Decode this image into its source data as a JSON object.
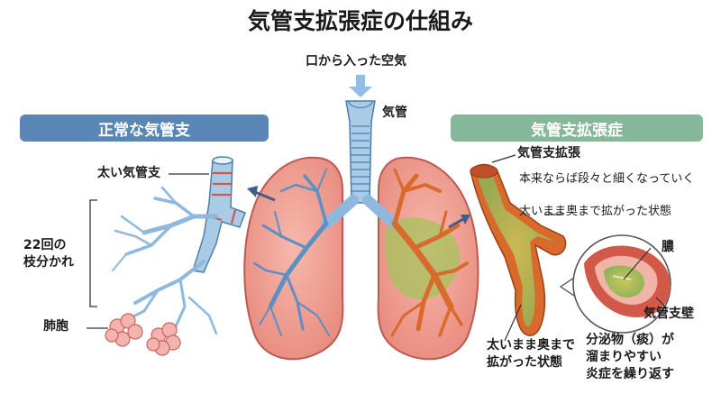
{
  "title": "気管支拡張症の仕組み",
  "air_label": "口から入った空気",
  "trachea_label": "気管",
  "normal": {
    "banner": "正常な気管支",
    "label_thick": "太い気管支",
    "label_branch_line1": "22回の",
    "label_branch_line2": "枝分かれ",
    "label_alveoli": "肺胞"
  },
  "disease": {
    "banner": "気管支拡張症",
    "label_dilation": "気管支拡張",
    "label_normally": "本来ならば段々と細くなっていく",
    "label_stays_wide": "太いまま奥まで拡がった状態",
    "label_bottom_line1": "太いまま奥まで",
    "label_bottom_line2": "拡がった状態",
    "label_pus": "膿",
    "label_wall": "気管支壁",
    "label_mucus_line1": "分泌物（痰）が",
    "label_mucus_line2": "溜まりやすい",
    "label_mucus_line3": "炎症を繰り返す"
  },
  "colors": {
    "normal_banner": "#5a86b5",
    "disease_banner": "#86b79a",
    "lung": "#f0a296",
    "lung_edge": "#b95b52",
    "airway": "#8fb9dc",
    "airway_edge": "#4f7ea8",
    "inflamed": "#d86a2c",
    "mucus": "#9fbd55"
  }
}
